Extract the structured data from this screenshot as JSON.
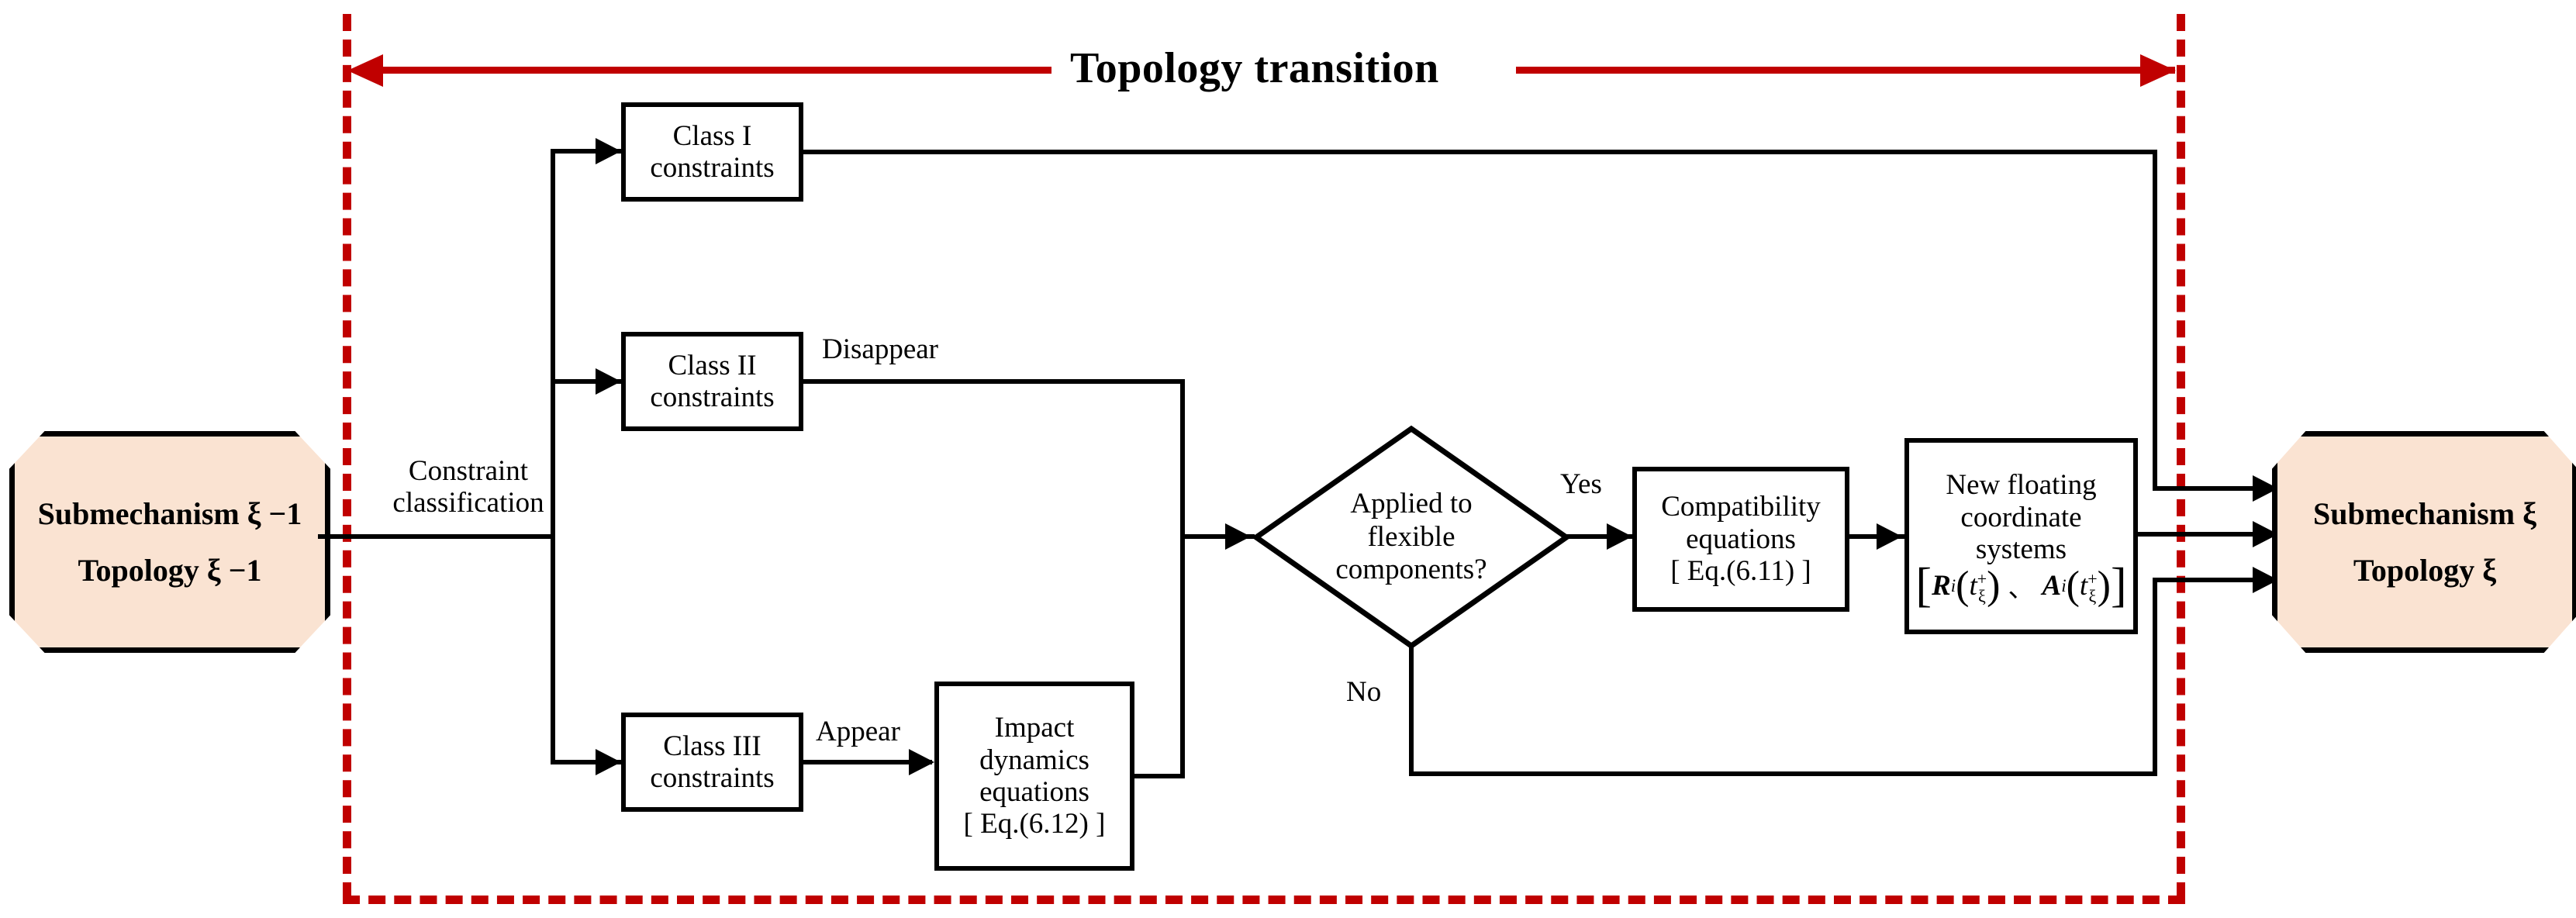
{
  "diagram": {
    "title": "Topology transition",
    "accent_red": "#C00000",
    "terminal_fill": "#FAE3D2",
    "stroke": "#000000"
  },
  "terminals": {
    "left": {
      "name": "submechanism-prev",
      "line1": "Submechanism ξ −1",
      "line2": "Topology ξ −1"
    },
    "right": {
      "name": "submechanism-next",
      "line1": "Submechanism ξ",
      "line2": "Topology ξ"
    }
  },
  "nodes": {
    "class1": {
      "line1": "Class I",
      "line2": "constraints"
    },
    "class2": {
      "line1": "Class II",
      "line2": "constraints"
    },
    "class3": {
      "line1": "Class III",
      "line2": "constraints"
    },
    "impact": {
      "line1": "Impact",
      "line2": "dynamics",
      "line3": "equations",
      "line4": "[ Eq.(6.12) ]"
    },
    "decision": {
      "line1": "Applied to",
      "line2": "flexible",
      "line3": "components?"
    },
    "compat": {
      "line1": "Compatibility",
      "line2": "equations",
      "line3": "[ Eq.(6.11) ]"
    },
    "floating": {
      "line1": "New floating",
      "line2": "coordinate",
      "line3": "systems",
      "formula_plain": "[ R_i(t_ξ^+) 、 A_i(t_ξ^+) ]",
      "math": {
        "open": "[",
        "var1": "R",
        "var1_sub": "i",
        "t": "t",
        "t_sup": "+",
        "t_sub": "ξ",
        "sep": "、",
        "var2": "A",
        "var2_sub": "i",
        "close": "]",
        "lparen": "(",
        "rparen": ")"
      }
    }
  },
  "edge_labels": {
    "classification": {
      "line1": "Constraint",
      "line2": "classification"
    },
    "disappear": "Disappear",
    "appear": "Appear",
    "yes": "Yes",
    "no": "No"
  }
}
